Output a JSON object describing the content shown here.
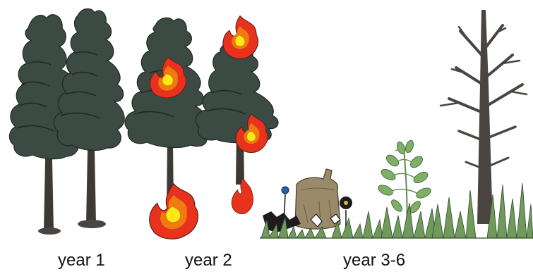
{
  "captions": {
    "stage1": "year 1",
    "stage2": "year 2",
    "stage3": "year 3-6"
  },
  "colors": {
    "foliage": "#3c4a44",
    "foliage_edge": "#1e2623",
    "trunk": "#3d3a36",
    "flame_outer": "#e8321e",
    "flame_mid": "#f07a10",
    "flame_core": "#ffe81a",
    "grass": "#6f9a5c",
    "grass_dark": "#2f4a2a",
    "stump": "#9b8a6a",
    "snag": "#4a4541"
  },
  "icons": [
    "pine-tree-icon",
    "flame-icon",
    "dead-tree-icon",
    "stump-icon",
    "grass-icon",
    "wildflower-icon"
  ]
}
